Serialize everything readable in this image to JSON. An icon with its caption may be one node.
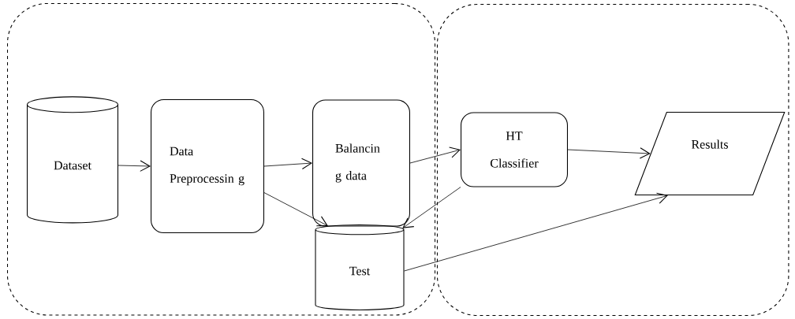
{
  "diagram": {
    "nodes": [
      {
        "text": [],
        "shape": "box"
      },
      {
        "text": [],
        "shape": "box"
      },
      {
        "text": [
          "Dataset"
        ],
        "in": 0
      },
      {
        "text": [
          "Data Preprocessin g"
        ],
        "in": 0
      },
      {
        "text": [
          "Balancin g data"
        ],
        "in": 0
      },
      {
        "text": [
          "Test"
        ],
        "in": 0
      },
      {
        "text": [
          "HT Classifier"
        ],
        "in": 1
      },
      {
        "text": [
          "Results"
        ],
        "in": 1
      }
    ],
    "edges": [
      {
        "from": 2,
        "to": 3,
        "arrow": "to"
      },
      {
        "from": 3,
        "to": 4,
        "arrow": "to"
      },
      {
        "from": 4,
        "to": 6,
        "arrow": "to"
      },
      {
        "from": 6,
        "to": 7,
        "arrow": "to"
      },
      {
        "from": 3,
        "to": 5,
        "arrow": "to"
      },
      {
        "from": 6,
        "to": 5,
        "arrow": "to"
      },
      {
        "from": 5,
        "to": 7,
        "arrow": "to"
      }
    ]
  }
}
